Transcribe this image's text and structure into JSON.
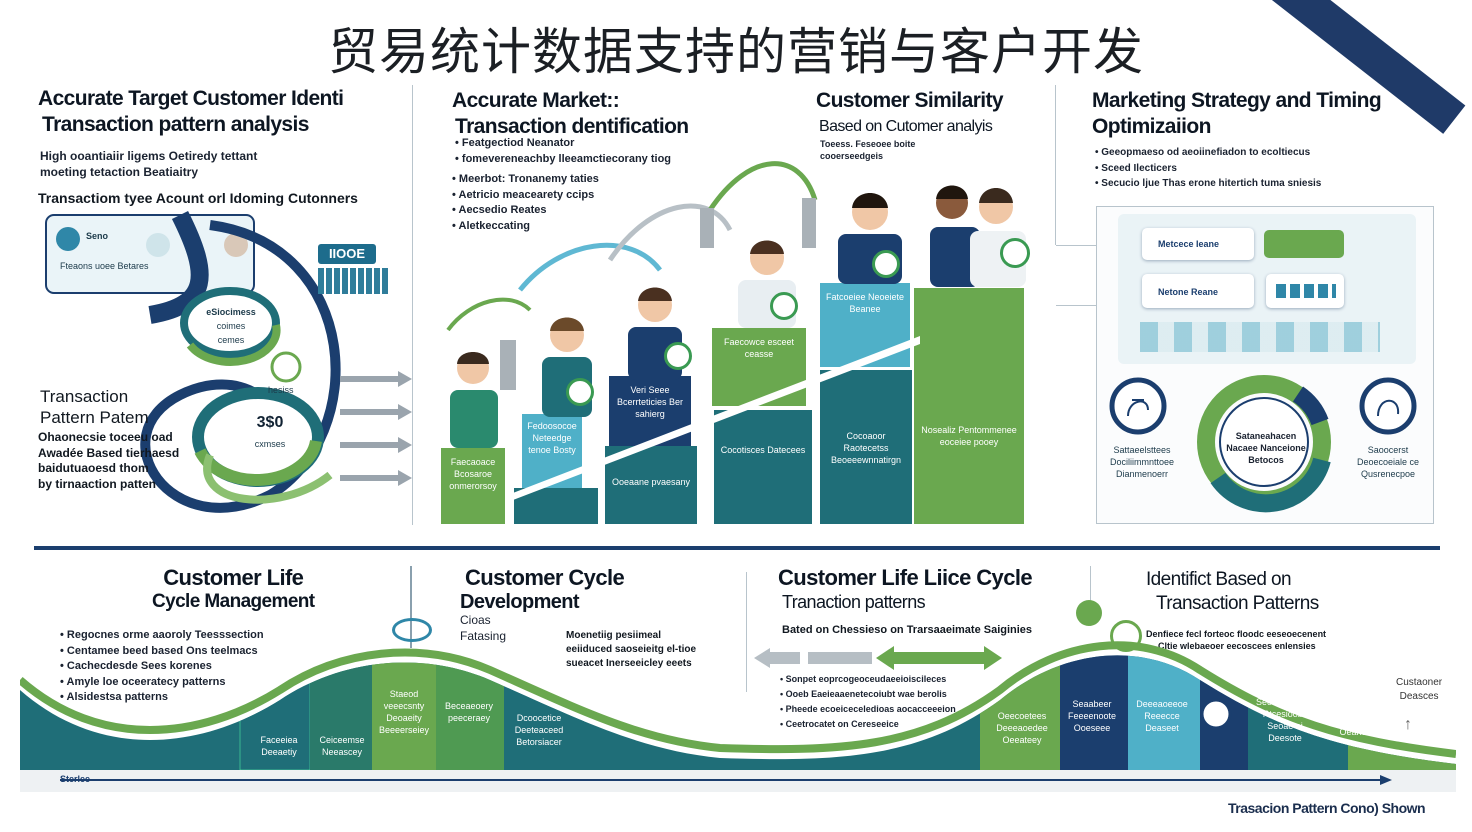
{
  "title": "贸易统计数据支持的营销与客户开发",
  "panel1": {
    "heading_line1": "Accurate Target Customer Identi",
    "heading_line2": "Transaction pattern analysis",
    "sub_line1": "High ooantiaiir ligems Oetiredy tettant",
    "sub_line2": "moeting tetaction Beatiaitry",
    "accounts_line": "Transactiom tyee Acount orl Idoming Cutonners",
    "card_top": "Seno",
    "card_text": "Fteaons uoee Betares",
    "badge_text": "IIOOE",
    "ring_label1": "eSiocimess",
    "ring_label2": "coimes",
    "ring_label3": "cemes",
    "small_ring_label": "hesiss",
    "big_ring_value": "3$0",
    "big_ring_sub": "cxmses",
    "pattern_title_line1": "Transaction",
    "pattern_title_line2": "Pattern Patem",
    "pattern_desc": [
      "Ohaonecsie toceeu oad",
      "Awadée Based tierhaesd",
      "baidutuaoesd thom",
      "by tirnaaction patten"
    ]
  },
  "panel2": {
    "heading_line1": "Accurate Market::",
    "heading_line2": "Transaction dentification",
    "bullets_a": [
      "Featgectiod Neanator",
      "fomevereneachby lleeamctiecorany tiog"
    ],
    "bullets_b": [
      "Meerbot: Tronanemy taties",
      "Aetricio meacearety ccips",
      "Aecsedio Reates",
      "Aletkeccating"
    ],
    "bars": [
      {
        "text": "Faecaoace Bcosaroe onmerorsoy"
      },
      {
        "text": "Fedoosocoe Neteedge tenoe Bosty"
      },
      {
        "text": "Veri Seee Bcerrteticies Ber sahierg"
      },
      {
        "text": "Ooeaane pvaesany"
      },
      {
        "text": "Faecowce esceet ceasse"
      },
      {
        "text": "Cocotisces Datecees"
      },
      {
        "text": "Fatcoeiee Neoeiete Beanee"
      },
      {
        "text": "Cocoaoor Raotecetss Beoeeewnnatirgn"
      },
      {
        "text": "Nosealiz Pentommenee eoceiee pooey"
      }
    ]
  },
  "panel3": {
    "heading_line1": "Customer Similarity",
    "heading_line2": "Based on Cutomer analyis",
    "sub_line1": "Toeess. Feseoee boite",
    "sub_line2": "cooerseedgeis"
  },
  "panel4": {
    "heading_line1": "Marketing Strategy and Timing",
    "heading_line2": "Optimizaiion",
    "bullets": [
      "Geeopmaeso od aeoiinefiadon to ecoltiecus",
      "Sceed Ilecticers",
      "Secucio ljue Thas erone hitertich tuma sniesis"
    ],
    "screen_label1": "Metcece Ieane",
    "screen_label2": "Netone Reane",
    "cycle_center_line1": "Sataneahacen",
    "cycle_center_line2": "Nacaee Nanceione",
    "cycle_center_line3": "Betocos",
    "left_icon_text": [
      "Sattaeelsttees",
      "Dociliimmnttoee",
      "Dianmenoerr"
    ],
    "right_icon_text": [
      "Saoocerst",
      "Deoecoeiale ce",
      "Qusrenecpoe"
    ]
  },
  "bottom": {
    "col1_line1": "Customer Life",
    "col1_line2": "Cycle Management",
    "col1_bullets": [
      "Regocnes orme aaoroly Teesssection",
      "Centamee beed based Ons teelmacs",
      "Cachecdesde Sees korenes",
      "Amyle loe oceeratecy patterns",
      "Alsidestsa patterns"
    ],
    "col2_line1": "Customer Cycle",
    "col2_line2": "Development",
    "col2_small1": "Cioas",
    "col2_small2": "Fatasing",
    "col2_note": [
      "Moenetiig pesiimeal",
      "eeiiduced saoseieitg el-tioe",
      "sueacet Inerseeicley eeets"
    ],
    "col3_line1": "Customer Life Liice Cycle",
    "col3_line2": "Tranaction patterns",
    "col3_sub": "Bated on Chessieso on Trarsaaeimate Saiginies",
    "col3_bullets": [
      "Sonpet eoprcogeoceudaeeioiscileces",
      "Ooeb Eaeieaaenetecoiubt wae berolis",
      "Pheede ecoeiceceledioas aocacceeeion",
      "Ceetrocatet on Cereseeice"
    ],
    "col4_line1": "Identifict Based on",
    "col4_line2": "Transaction Patterns",
    "col4_sub1": "Denfiece fecl forteoc floodc eeseoecenent",
    "col4_sub2": "Cltie wlebaeoer eecoscees enlensies",
    "side_line1": "Custaoner",
    "side_line2": "Deasces",
    "wave_labels": [
      "Faceeiea Deeaetiy",
      "Ceiceemse Neeascey",
      "Staeod veeecsnty Deoaeity Beeeerseiey",
      "Beceaeoery peeceraey",
      "Dcoocetice Deeteaceed Betorsiacer",
      "Oeecoetees Deeeaoedee Oeeateey",
      "Seaabeer Feeeenoote Ooeseee",
      "Deeeaoeeoe Reeecce Deaseet",
      "Seos Bcedoos Rtcesioobs Seoae ai Deesote",
      "Oeane"
    ],
    "axis_label": "Sterlee",
    "footer": "Trasacion Pattern Cono) Shown"
  },
  "colors": {
    "navy": "#1b3e6e",
    "teal": "#1f6e78",
    "green": "#6aa84f",
    "lightblue": "#5fb8d3",
    "ink": "#0d1622"
  }
}
